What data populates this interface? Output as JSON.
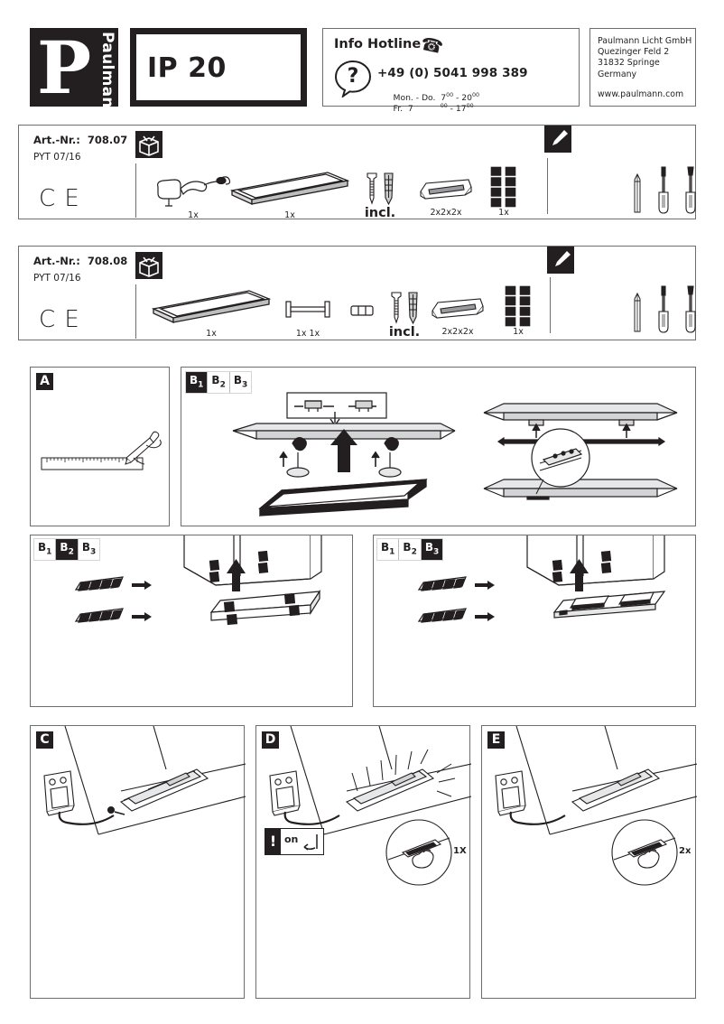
{
  "header": {
    "logo": {
      "letter": "P",
      "brand": "Paulmann"
    },
    "protection_rating": "IP 20",
    "hotline": {
      "title": "Info Hotline",
      "phone_icon": "phone-icon",
      "question_icon": "question-mark-icon",
      "number": "+49 (0) 5041 998 389",
      "hours_line1_prefix": "Mon. - Do.  7",
      "hours_line1_sup1": "00",
      "hours_line1_mid": " - 20",
      "hours_line1_sup2": "00",
      "hours_line2_prefix": "Fr.  7",
      "hours_line2_sup1": "00",
      "hours_line2_mid": " - 17",
      "hours_line2_sup2": "00"
    },
    "address": {
      "company": "Paulmann Licht GmbH",
      "street": "Quezinger Feld 2",
      "city": "31832 Springe",
      "country": "Germany",
      "website": "www.paulmann.com"
    }
  },
  "parts_rows": [
    {
      "art_nr_label": "Art.-Nr.:",
      "art_nr_value": "708.07",
      "pyt": "PYT 07/16",
      "ce": "CE",
      "box_icon": "package-box-icon",
      "tool_icon": "screwdriver-icon",
      "items": [
        {
          "icon": "power-supply-driver-icon",
          "qty": "1x"
        },
        {
          "icon": "led-panel-icon",
          "qty": "1x"
        },
        {
          "icon": "screw-and-dowel-icon",
          "qty": "incl."
        },
        {
          "icon": "mounting-clip-icon",
          "qty": "2x2x2x"
        },
        {
          "icon": "adhesive-pads-icon",
          "qty": "1x"
        }
      ],
      "tools": [
        {
          "icon": "pencil-icon"
        },
        {
          "icon": "flat-screwdriver-icon"
        },
        {
          "icon": "phillips-screwdriver-icon"
        }
      ]
    },
    {
      "art_nr_label": "Art.-Nr.:",
      "art_nr_value": "708.08",
      "pyt": "PYT 07/16",
      "ce": "CE",
      "box_icon": "package-box-icon",
      "tool_icon": "screwdriver-icon",
      "items": [
        {
          "icon": "led-panel-icon",
          "qty": "1x"
        },
        {
          "icon": "connector-bar-icon",
          "qty": "1x 1x"
        },
        {
          "icon": "coupler-icon",
          "qty": ""
        },
        {
          "icon": "screw-and-dowel-icon",
          "qty": "incl."
        },
        {
          "icon": "mounting-clip-icon",
          "qty": "2x2x2x"
        },
        {
          "icon": "adhesive-pads-icon",
          "qty": "1x"
        }
      ],
      "tools": [
        {
          "icon": "pencil-icon"
        },
        {
          "icon": "flat-screwdriver-icon"
        },
        {
          "icon": "phillips-screwdriver-icon"
        }
      ]
    }
  ],
  "steps": {
    "a": {
      "tag": "A",
      "illustration": "ruler-and-pencil-marking-icon"
    },
    "b1": {
      "tabs": [
        {
          "label": "B",
          "sub": "1",
          "active": true
        },
        {
          "label": "B",
          "sub": "2",
          "active": false
        },
        {
          "label": "B",
          "sub": "3",
          "active": false
        }
      ],
      "illustration": "mount-panel-under-cabinet-with-screws-icon"
    },
    "b2": {
      "tabs": [
        {
          "label": "B",
          "sub": "1",
          "active": false
        },
        {
          "label": "B",
          "sub": "2",
          "active": true
        },
        {
          "label": "B",
          "sub": "3",
          "active": false
        }
      ],
      "illustration": "adhesive-pads-mount-panel-icon"
    },
    "b3": {
      "tabs": [
        {
          "label": "B",
          "sub": "1",
          "active": false
        },
        {
          "label": "B",
          "sub": "2",
          "active": false
        },
        {
          "label": "B",
          "sub": "3",
          "active": true
        }
      ],
      "illustration": "adhesive-pads-mount-bracket-icon"
    },
    "c": {
      "tag": "C",
      "illustration": "plug-in-panel-to-socket-icon"
    },
    "d": {
      "tag": "D",
      "illustration": "switch-on-panel-icon",
      "warning": {
        "bang": "!",
        "text": "on",
        "icon": "hand-switch-icon"
      },
      "detail_label": "1X",
      "detail_icon": "touch-sensor-hand-icon"
    },
    "e": {
      "tag": "E",
      "illustration": "switch-off-panel-icon",
      "detail_label": "2x",
      "detail_icon": "touch-sensor-hand-icon"
    }
  },
  "colors": {
    "ink": "#231f20",
    "line": "#6d6e71",
    "fill_light": "#e6e7e8",
    "fill_mid": "#bcbec0",
    "white": "#ffffff"
  }
}
